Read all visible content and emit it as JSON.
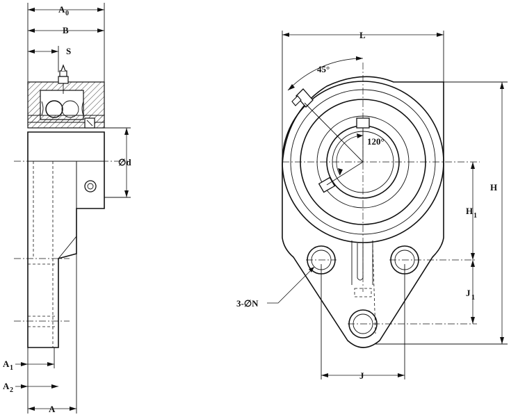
{
  "dimensions": {
    "A0": {
      "main": "A",
      "sub": "0"
    },
    "B": {
      "main": "B"
    },
    "S": {
      "main": "S"
    },
    "d": {
      "main": "∅d"
    },
    "A1": {
      "main": "A",
      "sub": "1"
    },
    "A2": {
      "main": "A",
      "sub": "2"
    },
    "A": {
      "main": "A"
    },
    "L": {
      "main": "L"
    },
    "H": {
      "main": "H"
    },
    "H1": {
      "main": "H",
      "sub": "1"
    },
    "J1": {
      "main": "J",
      "sub": "1"
    },
    "J": {
      "main": "J"
    },
    "N": {
      "main": "3-∅N"
    }
  },
  "angles": {
    "grease": "45°",
    "setscrew": "120°"
  },
  "colors": {
    "line": "#111111",
    "background": "#ffffff"
  }
}
